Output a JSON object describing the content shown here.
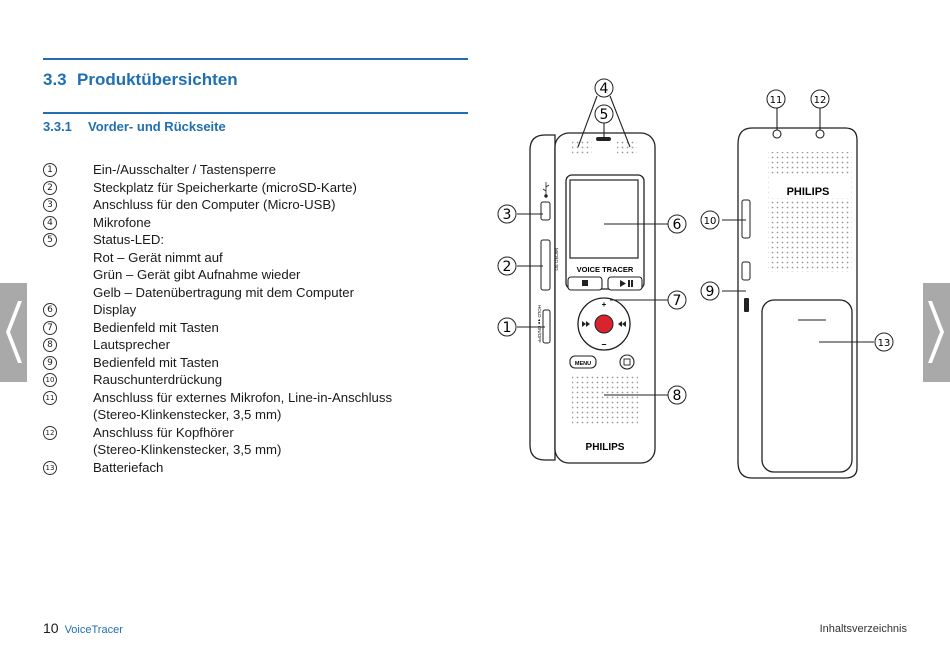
{
  "section": {
    "number": "3.3",
    "title": "Produktübersichten"
  },
  "subsection": {
    "number": "3.3.1",
    "title": "Vorder- und Rückseite"
  },
  "items": [
    {
      "n": "1",
      "text": "Ein-/Ausschalter / Tastensperre"
    },
    {
      "n": "2",
      "text": "Steckplatz für Speicherkarte (microSD-Karte)"
    },
    {
      "n": "3",
      "text": "Anschluss für den Computer (Micro-USB)"
    },
    {
      "n": "4",
      "text": "Mikrofone"
    },
    {
      "n": "5",
      "text": "Status-LED:"
    },
    {
      "n": "",
      "text": "Rot – Gerät nimmt auf"
    },
    {
      "n": "",
      "text": "Grün – Gerät gibt Aufnahme wieder"
    },
    {
      "n": "",
      "text": "Gelb – Datenübertragung mit dem Computer"
    },
    {
      "n": "6",
      "text": "Display"
    },
    {
      "n": "7",
      "text": "Bedienfeld mit Tasten"
    },
    {
      "n": "8",
      "text": "Lautsprecher"
    },
    {
      "n": "9",
      "text": "Bedienfeld mit Tasten"
    },
    {
      "n": "10",
      "text": "Rauschunterdrückung"
    },
    {
      "n": "11",
      "text": "Anschluss für externes Mikrofon, Line-in-Anschluss"
    },
    {
      "n": "",
      "text": "(Stereo-Klinkenstecker, 3,5 mm)"
    },
    {
      "n": "12",
      "text": "Anschluss für Kopfhörer"
    },
    {
      "n": "",
      "text": "(Stereo-Klinkenstecker, 3,5 mm)"
    },
    {
      "n": "13",
      "text": "Batteriefach"
    }
  ],
  "device": {
    "brand": "PHILIPS",
    "model_label": "VOICE TRACER",
    "menu_label": "MENU",
    "slot_label": "MICRO SD",
    "switch_label": "HOLD ◂ ▸ ON/OFF",
    "plus": "+",
    "minus": "–",
    "callouts": [
      "1",
      "2",
      "3",
      "4",
      "5",
      "6",
      "7",
      "8",
      "9",
      "10",
      "11",
      "12",
      "13"
    ]
  },
  "footer": {
    "page": "10",
    "product": "VoiceTracer",
    "toc": "Inhaltsverzeichnis"
  },
  "colors": {
    "accent": "#1f6fb2",
    "nav": "#a9a9a9",
    "record": "#d9232e"
  }
}
